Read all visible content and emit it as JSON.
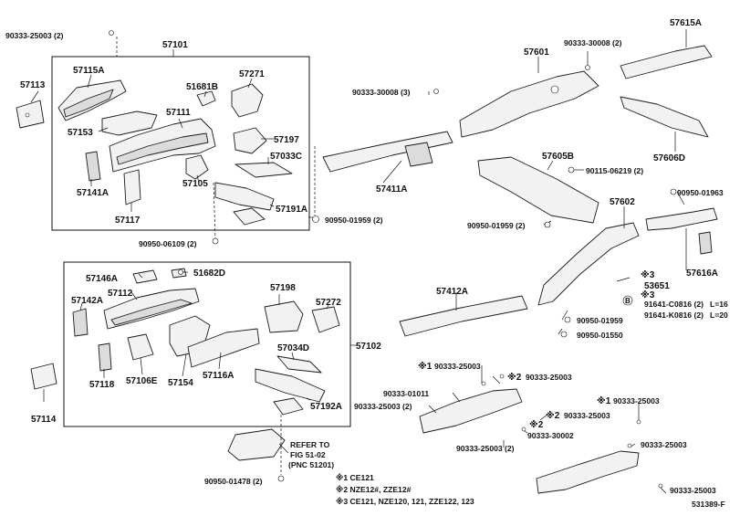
{
  "diagram": {
    "group_labels": {
      "front_upper": "57101",
      "front_lower": "57102"
    },
    "parts": {
      "p90333_25003_2": "90333-25003 (2)",
      "p57113": "57113",
      "p57115A": "57115A",
      "p51681B": "51681B",
      "p57271": "57271",
      "p57153": "57153",
      "p57111": "57111",
      "p57197": "57197",
      "p57033C": "57033C",
      "p57141A": "57141A",
      "p57105": "57105",
      "p57117": "57117",
      "p57191A": "57191A",
      "p90950_01959_2a": "90950-01959 (2)",
      "p90950_06109_2": "90950-06109 (2)",
      "p90333_30008_3": "90333-30008 (3)",
      "p57411A": "57411A",
      "p57601": "57601",
      "p90333_30008_2": "90333-30008 (2)",
      "p57615A": "57615A",
      "p57606D": "57606D",
      "p57605B": "57605B",
      "p90115_06219_2": "90115-06219 (2)",
      "p90950_01963": "90950-01963",
      "p90950_01959_2b": "90950-01959 (2)",
      "p57602": "57602",
      "p57616A": "57616A",
      "p57146A": "57146A",
      "p51682D": "51682D",
      "p57142A": "57142A",
      "p57112": "57112",
      "p57198": "57198",
      "p57272": "57272",
      "p57034D": "57034D",
      "p57118": "57118",
      "p57106E": "57106E",
      "p57154": "57154",
      "p57116A": "57116A",
      "p57192A": "57192A",
      "p57114": "57114",
      "p57412A": "57412A",
      "p53651": "53651",
      "p91641_C0816": "91641-C0816 (2)",
      "p91641_K0816": "91641-K0816 (2)",
      "p90950_01959": "90950-01959",
      "p90950_01550": "90950-01550",
      "p90333_25003_k1a": "90333-25003",
      "p90333_25003_k2a": "90333-25003",
      "p90333_01011": "90333-01011",
      "p90333_25003_2b": "90333-25003 (2)",
      "p90333_25003_k2b": "90333-25003",
      "p90333_30002": "90333-30002",
      "p90333_25003_2c": "90333-25003 (2)",
      "p90333_25003_k1b": "90333-25003",
      "p90333_25003_r": "90333-25003",
      "p90333_25003_r2": "90333-25003",
      "p90950_01478_2": "90950-01478 (2)"
    },
    "markers": {
      "k1": "※1",
      "k2": "※2",
      "k3": "※3",
      "circle_b": "B"
    },
    "lengths": {
      "l16": "L=16",
      "l20": "L=20"
    },
    "refer": {
      "line1": "REFER TO",
      "line2": "FIG 51-02",
      "line3": "(PNC 51201)"
    },
    "notes": {
      "n1": "※1 CE121",
      "n2": "※2 NZE12#, ZZE12#",
      "n3": "※3 CE121, NZE120, 121, ZZE122, 123"
    },
    "figure_id": "531389-F"
  }
}
